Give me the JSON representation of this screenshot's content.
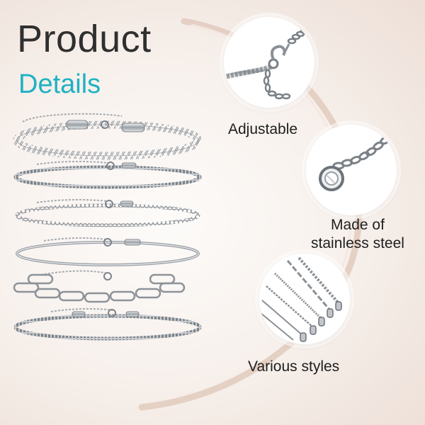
{
  "header": {
    "title": "Product",
    "subtitle": "Details"
  },
  "features": [
    {
      "label": "Adjustable",
      "icon": "clasp-extender-icon"
    },
    {
      "label_line1": "Made of",
      "label_line2": "stainless steel",
      "icon": "extender-chain-charm-icon"
    },
    {
      "label": "Various styles",
      "icon": "chain-styles-icon"
    }
  ],
  "colors": {
    "title": "#2f2f2f",
    "subtitle_accent": "#1fb2c4",
    "arc": "#d9bfb1",
    "silver": "#b9bdc2"
  }
}
